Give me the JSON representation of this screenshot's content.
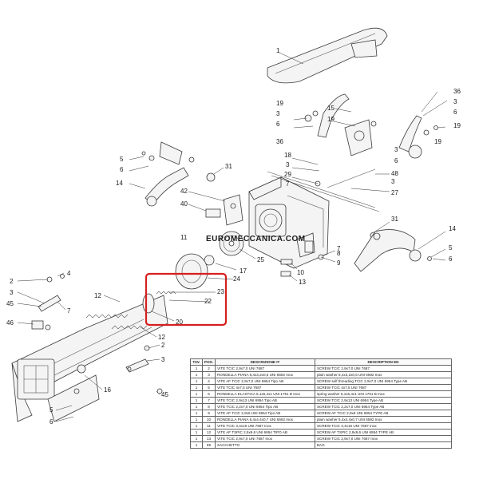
{
  "diagram": {
    "watermark": "EUROMECCANICA.COM",
    "callouts": [
      {
        "id": "c1",
        "text": "1"
      },
      {
        "id": "c36a",
        "text": "36"
      },
      {
        "id": "c3a",
        "text": "3"
      },
      {
        "id": "c6a",
        "text": "6"
      },
      {
        "id": "c19a",
        "text": "19"
      },
      {
        "id": "c15",
        "text": "15"
      },
      {
        "id": "c19b",
        "text": "19"
      },
      {
        "id": "c3b",
        "text": "3"
      },
      {
        "id": "c6b",
        "text": "6"
      },
      {
        "id": "c19c",
        "text": "19"
      },
      {
        "id": "c36b",
        "text": "36"
      },
      {
        "id": "c3c",
        "text": "3"
      },
      {
        "id": "c6c",
        "text": "6"
      },
      {
        "id": "c19d",
        "text": "19"
      },
      {
        "id": "c18",
        "text": "18"
      },
      {
        "id": "c3d",
        "text": "3"
      },
      {
        "id": "c29",
        "text": "29"
      },
      {
        "id": "c7a",
        "text": "7"
      },
      {
        "id": "c48",
        "text": "48"
      },
      {
        "id": "c3e",
        "text": "3"
      },
      {
        "id": "c27",
        "text": "27"
      },
      {
        "id": "c5a",
        "text": "5"
      },
      {
        "id": "c6d",
        "text": "6"
      },
      {
        "id": "c14a",
        "text": "14"
      },
      {
        "id": "c31a",
        "text": "31"
      },
      {
        "id": "c42",
        "text": "42"
      },
      {
        "id": "c40",
        "text": "40"
      },
      {
        "id": "c11a",
        "text": "11"
      },
      {
        "id": "c31b",
        "text": "31"
      },
      {
        "id": "c14b",
        "text": "14"
      },
      {
        "id": "c5b",
        "text": "5"
      },
      {
        "id": "c6e",
        "text": "6"
      },
      {
        "id": "c7b",
        "text": "7"
      },
      {
        "id": "c8",
        "text": "8"
      },
      {
        "id": "c9",
        "text": "9"
      },
      {
        "id": "c10",
        "text": "10"
      },
      {
        "id": "c25",
        "text": "25"
      },
      {
        "id": "c17",
        "text": "17"
      },
      {
        "id": "c24",
        "text": "24"
      },
      {
        "id": "c13",
        "text": "13"
      },
      {
        "id": "c4",
        "text": "4"
      },
      {
        "id": "c2a",
        "text": "2"
      },
      {
        "id": "c3f",
        "text": "3"
      },
      {
        "id": "c45a",
        "text": "45"
      },
      {
        "id": "c12a",
        "text": "12"
      },
      {
        "id": "c23",
        "text": "23"
      },
      {
        "id": "c22",
        "text": "22"
      },
      {
        "id": "c20",
        "text": "20"
      },
      {
        "id": "c7c",
        "text": "7"
      },
      {
        "id": "c46",
        "text": "46"
      },
      {
        "id": "c12b",
        "text": "12"
      },
      {
        "id": "c2b",
        "text": "2"
      },
      {
        "id": "c3g",
        "text": "3"
      },
      {
        "id": "c45b",
        "text": "45"
      },
      {
        "id": "c16",
        "text": "16"
      },
      {
        "id": "c5c",
        "text": "5"
      },
      {
        "id": "c6f",
        "text": "6"
      }
    ]
  },
  "parts_table": {
    "headers": [
      "TAV.",
      "POS.",
      "DESCRIZIONE IT",
      "DESCRIPTION EN"
    ],
    "rows": [
      [
        "1",
        "2",
        "VITE TCIC 2,9x7,0 UNI 7687",
        "SCREW TCIC 2,9x7,0 UNI 7687"
      ],
      [
        "1",
        "3",
        "RONDELLA PIANA 6,4x3,2x0,5 UNI 6592 Inox",
        "plain washer 6,4x3,2x0,5 UNI 6592 Inox"
      ],
      [
        "1",
        "4",
        "VITE AF TCIC 2,9x7,0 UNI 6954 Tipo AB",
        "SCREW self threading TCIC 2,9x7,0 UNI 6954 Type AB"
      ],
      [
        "1",
        "5",
        "VITE TCIC 4x7,5 UNI 7687",
        "SCREW TCIC 4x7,5 UNI 7687"
      ],
      [
        "1",
        "6",
        "RONDELLA ELASTICA 6,1x6,4x1 UNI 1751 B Inox",
        "spring washer 6,1x6,4x1 UNI 1751 B Inox"
      ],
      [
        "1",
        "7",
        "VITE TCIC 2,9x13 UNI 6954 Tipo AB",
        "SCREW TCIC 2,9x13 UNI 6954 Type AB"
      ],
      [
        "1",
        "8",
        "VITE TCIC 2,2x7,0 UNI 6954 Tipo AB",
        "SCREW TCIC 2,2x7,0 UNI 6954 Type AB"
      ],
      [
        "1",
        "9",
        "VITE AF TCIC 2,9x6 UNI 6954 Tipo AB",
        "SCREW AF TCIC 2,9x6 UNI 6954 TYPE AB"
      ],
      [
        "1",
        "10",
        "RONDELLA PIANA 6,4x4,4x0,7 UNI 6592 Inox",
        "plain washer 6,4x4,4x0,7 UNI 6592 Inox"
      ],
      [
        "1",
        "11",
        "VITE TCIC 3,4x16 UNI 7687 Inox",
        "SCREW TCIC 3,4x16 UNI 7687 Inox"
      ],
      [
        "1",
        "12",
        "VITE AF TSPIC 2,9x9,6 UNI 6954 TIPO AB",
        "SCREW AF TSPIC 2,9x9,6 UNI 6954 TYPE AB"
      ],
      [
        "1",
        "13",
        "VITE TCIC 2,9x7,0 UNI 7687 Inox",
        "SCREW TCIC 2,9x7,0 UNI 7687 Inox"
      ],
      [
        "1",
        "99",
        "SACCHETTO",
        "BAG"
      ]
    ]
  }
}
